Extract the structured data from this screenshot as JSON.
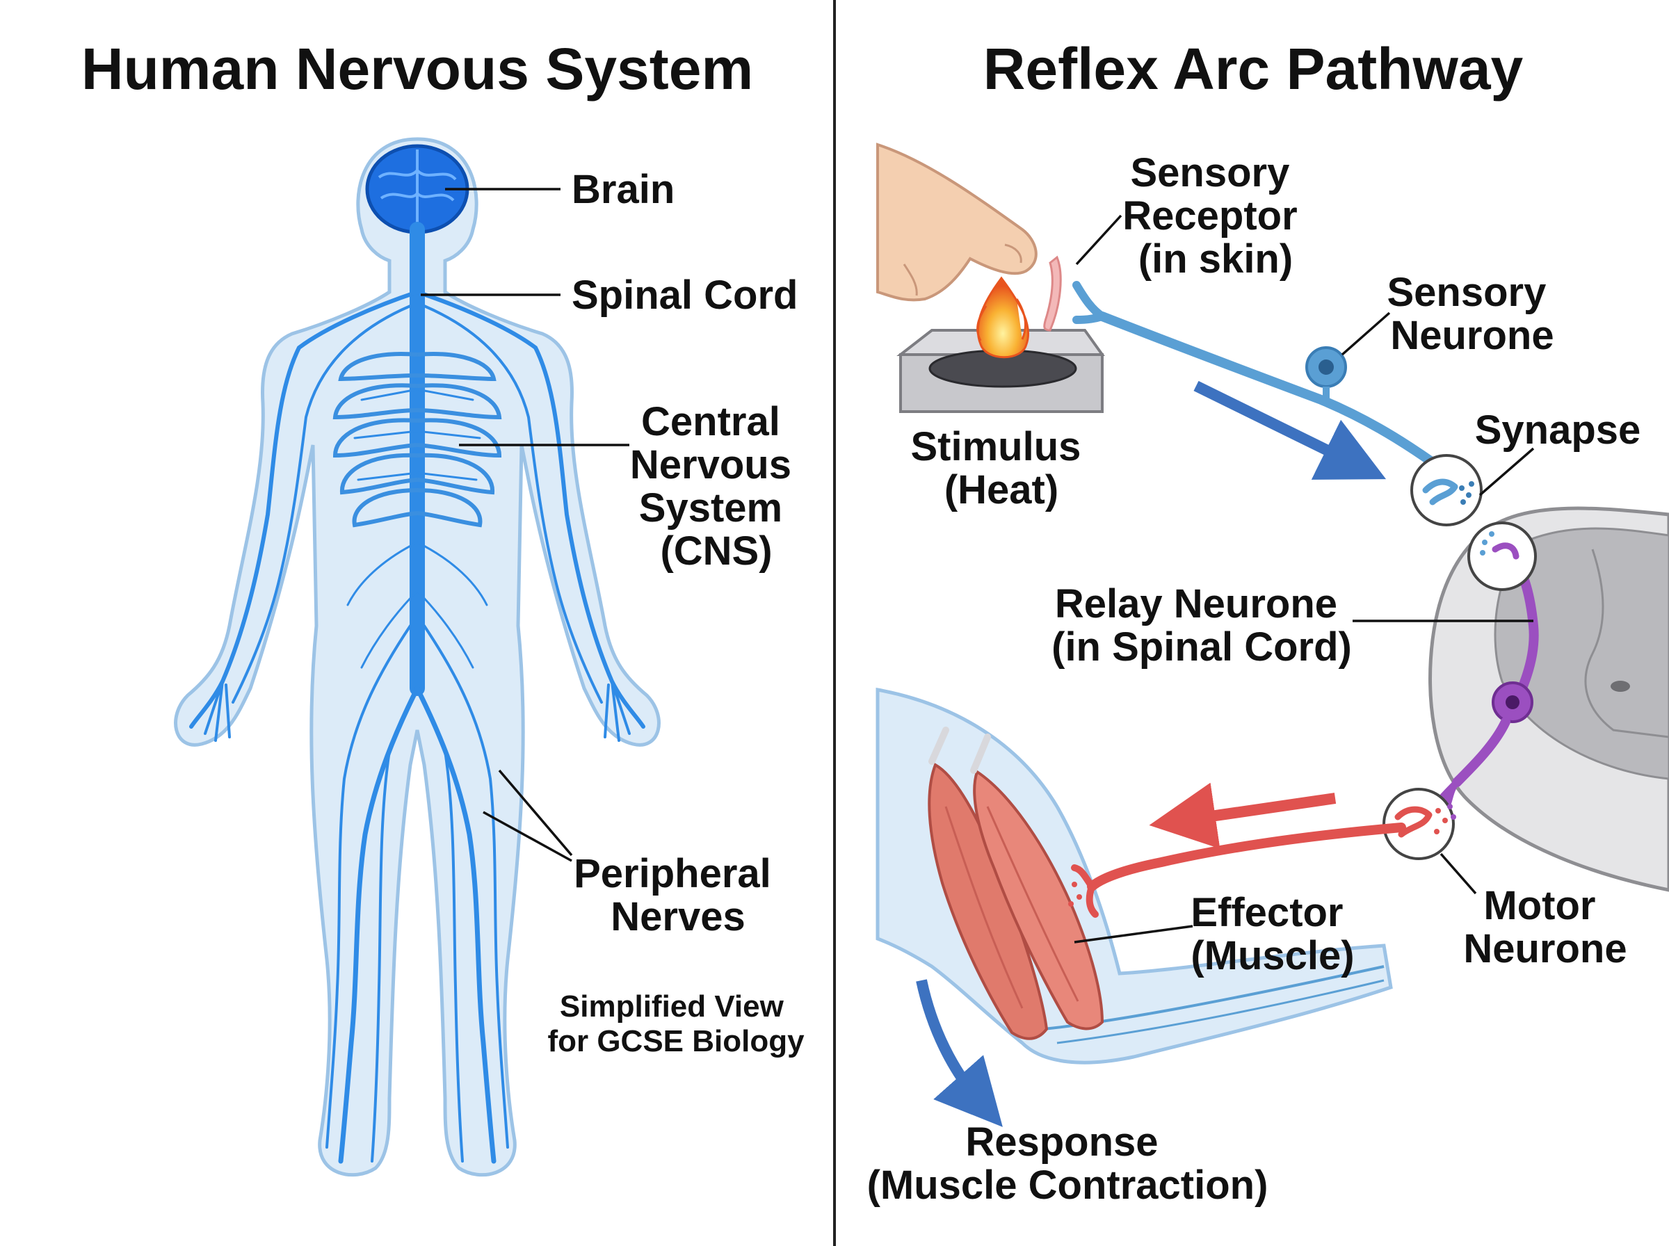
{
  "left_panel": {
    "title": "Human Nervous System",
    "labels": {
      "brain": "Brain",
      "spinal_cord": "Spinal Cord",
      "cns": [
        "Central",
        "Nervous",
        "System",
        "(CNS)"
      ],
      "peripheral": [
        "Peripheral",
        "Nerves"
      ]
    },
    "note": [
      "Simplified View",
      "for GCSE Biology"
    ]
  },
  "right_panel": {
    "title": "Reflex Arc Pathway",
    "labels": {
      "sensory_receptor": [
        "Sensory",
        "Receptor",
        "(in skin)"
      ],
      "sensory_neurone": [
        "Sensory",
        "Neurone"
      ],
      "stimulus": [
        "Stimulus",
        "(Heat)"
      ],
      "synapse": "Synapse",
      "relay_neurone": [
        "Relay Neurone",
        "(in Spinal Cord)"
      ],
      "motor_neurone": [
        "Motor",
        "Neurone"
      ],
      "effector": [
        "Effector",
        "(Muscle)"
      ],
      "response": [
        "Response",
        "(Muscle Contraction)"
      ]
    }
  },
  "colors": {
    "nerve_blue": "#2f8be6",
    "sensory_blue": "#5a9fd4",
    "relay_purple": "#9b4fc0",
    "motor_red": "#e0524f",
    "muscle_red": "#e07a6c",
    "body_fill": "#dcebf8",
    "flame_orange": "#f59a1f",
    "divider": "#222222"
  }
}
